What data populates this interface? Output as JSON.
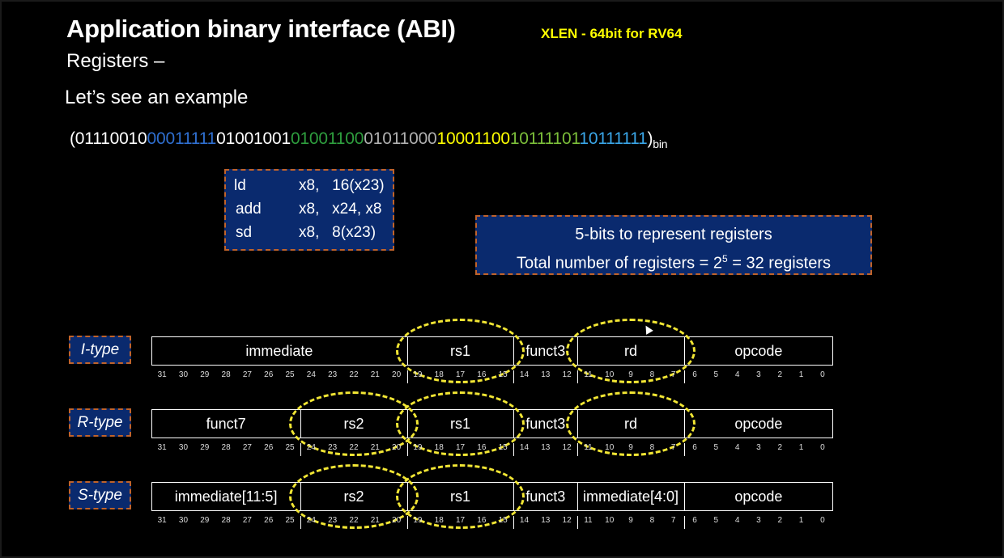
{
  "title": "Application binary interface (ABI)",
  "xlen_note": "XLEN - 64bit for RV64",
  "subtitle": "Registers –",
  "example_intro": "Let’s see an example",
  "binary": {
    "open": "(",
    "close": ")",
    "subscript": "bin",
    "segments": [
      {
        "text": "01110010",
        "color": "#ffffff"
      },
      {
        "text": "00011111",
        "color": "#2f6fd0"
      },
      {
        "text": "01001001",
        "color": "#ffffff"
      },
      {
        "text": "01001100",
        "color": "#2e9e3e"
      },
      {
        "text": "01011000",
        "color": "#b0b0b0"
      },
      {
        "text": "10001100",
        "color": "#ffff00"
      },
      {
        "text": "10111101",
        "color": "#7cbf3a"
      },
      {
        "text": "10111111",
        "color": "#3aa6e8"
      }
    ]
  },
  "code": [
    {
      "op": "ld",
      "args": "x8,   16(x23)"
    },
    {
      "op": "add",
      "args": "x8,   x24, x8"
    },
    {
      "op": "sd",
      "args": "x8,   8(x23)"
    }
  ],
  "info": {
    "line1": "5-bits to represent registers",
    "line2_pre": "Total number of registers = 2",
    "line2_sup": "5",
    "line2_post": " = 32 registers"
  },
  "formats": [
    {
      "label": "I-type",
      "fields": [
        {
          "name": "immediate",
          "hi": 31,
          "lo": 20
        },
        {
          "name": "rs1",
          "hi": 19,
          "lo": 15
        },
        {
          "name": "funct3",
          "hi": 14,
          "lo": 12
        },
        {
          "name": "rd",
          "hi": 11,
          "lo": 7
        },
        {
          "name": "opcode",
          "hi": 6,
          "lo": 0
        }
      ],
      "highlight": [
        "rs1",
        "rd"
      ]
    },
    {
      "label": "R-type",
      "fields": [
        {
          "name": "funct7",
          "hi": 31,
          "lo": 25
        },
        {
          "name": "rs2",
          "hi": 24,
          "lo": 20
        },
        {
          "name": "rs1",
          "hi": 19,
          "lo": 15
        },
        {
          "name": "funct3",
          "hi": 14,
          "lo": 12
        },
        {
          "name": "rd",
          "hi": 11,
          "lo": 7
        },
        {
          "name": "opcode",
          "hi": 6,
          "lo": 0
        }
      ],
      "highlight": [
        "rs2",
        "rs1",
        "rd"
      ]
    },
    {
      "label": "S-type",
      "fields": [
        {
          "name": "immediate[11:5]",
          "hi": 31,
          "lo": 25
        },
        {
          "name": "rs2",
          "hi": 24,
          "lo": 20
        },
        {
          "name": "rs1",
          "hi": 19,
          "lo": 15
        },
        {
          "name": "funct3",
          "hi": 14,
          "lo": 12
        },
        {
          "name": "immediate[4:0]",
          "hi": 11,
          "lo": 7
        },
        {
          "name": "opcode",
          "hi": 6,
          "lo": 0
        }
      ],
      "highlight": [
        "rs2",
        "rs1"
      ]
    }
  ],
  "colors": {
    "accent_yellow": "#ffff00",
    "oval_yellow": "#f2e634",
    "box_fill": "#0a2a6e",
    "box_border": "#c0632b"
  }
}
